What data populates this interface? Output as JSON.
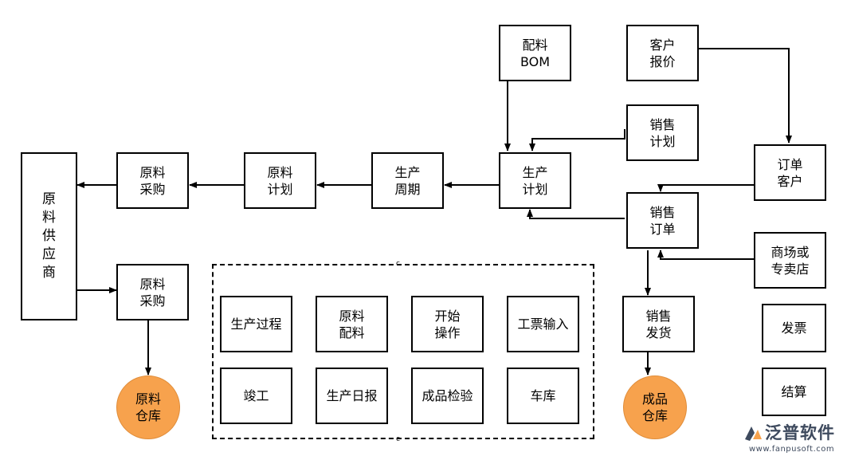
{
  "nodes": {
    "bom": "配料\nBOM",
    "quote": "客户\n报价",
    "sales_plan": "销售\n计划",
    "customer_order": "订单\n客户",
    "prod_plan": "生产\n计划",
    "prod_cycle": "生产\n周期",
    "material_plan": "原料\n计划",
    "material_purchase_top": "原料\n采购",
    "supplier": "原\n料\n供\n应\n商",
    "material_purchase_bottom": "原料\n采购",
    "sales_order": "销售\n订单",
    "mall_store": "商场或\n专卖店",
    "sales_delivery": "销售\n发货",
    "invoice": "发票",
    "settlement": "结算"
  },
  "warehouses": {
    "raw": "原料\n仓库",
    "finished": "成品\n仓库"
  },
  "production_group": {
    "items": [
      "生产过程",
      "原料\n配料",
      "开始\n操作",
      "工票输入",
      "竣工",
      "生产日报",
      "成品检验",
      "车库"
    ],
    "handle_top": "c",
    "handle_bottom": "c"
  },
  "logo": {
    "name": "泛普软件",
    "url": "www.fanpusoft.com"
  },
  "colors": {
    "warehouse_fill": "#f7a24d",
    "line": "#000000",
    "logo_text": "#3e4a5e"
  }
}
